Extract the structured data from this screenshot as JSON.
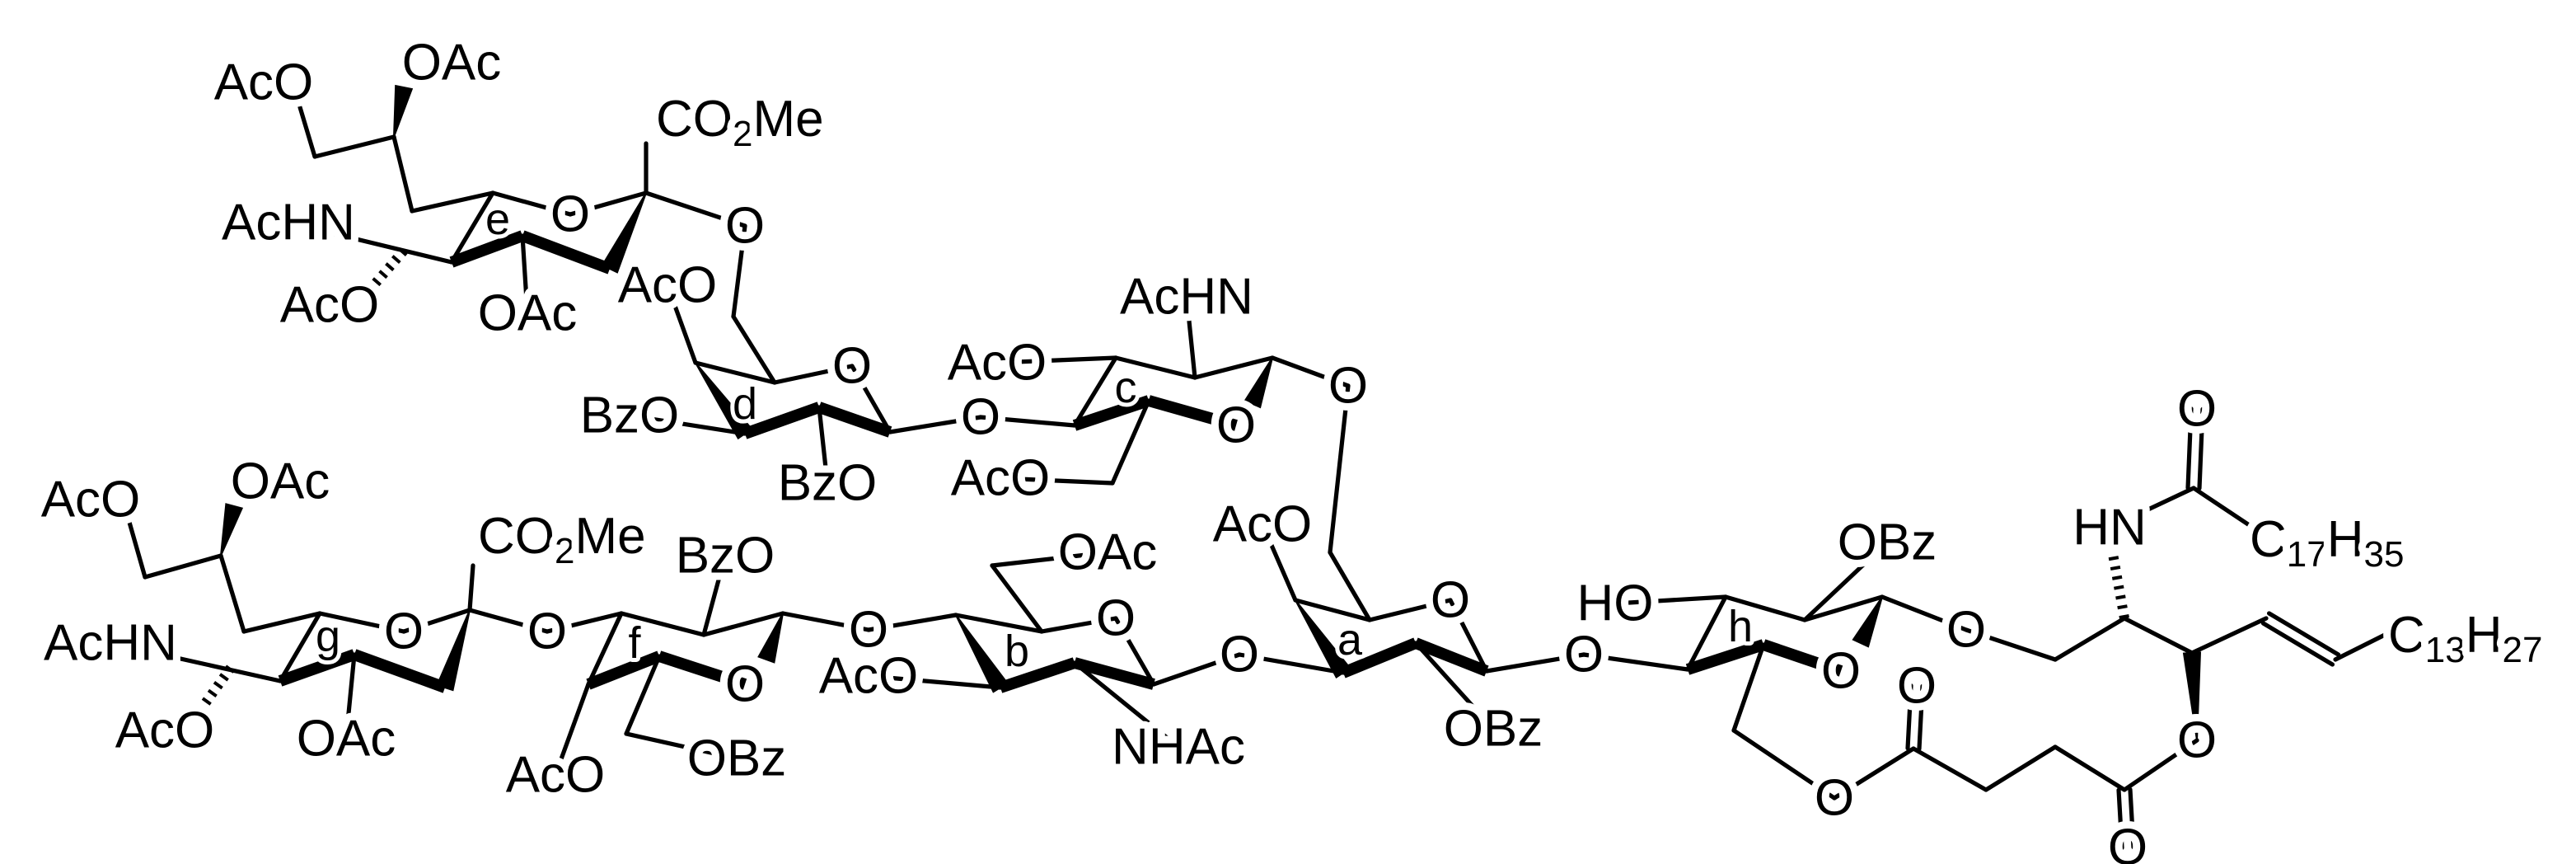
{
  "colors": {
    "ink": "#000000",
    "background": "#ffffff"
  },
  "residue_e": {
    "ring_label": "e",
    "labels": [
      "AcO",
      "OAc",
      "AcHN",
      "O",
      "O",
      "AcO",
      "OAc"
    ],
    "ester": [
      {
        "t": "CO"
      },
      {
        "t": "2",
        "sub": true
      },
      {
        "t": "Me"
      }
    ]
  },
  "residue_d": {
    "ring_label": "d",
    "labels": [
      "AcO",
      "O",
      "BzO",
      "BzO",
      "O"
    ]
  },
  "residue_c": {
    "ring_label": "c",
    "labels": [
      "AcO",
      "AcHN",
      "O",
      "AcO",
      "O"
    ]
  },
  "residue_a": {
    "ring_label": "a",
    "labels": [
      "AcO",
      "O",
      "OBz",
      "O"
    ]
  },
  "residue_h": {
    "ring_label": "h",
    "labels": [
      "HO",
      "OBz",
      "O",
      "O",
      "O",
      "O",
      "O",
      "O"
    ]
  },
  "ceramide": {
    "labels": [
      "HN",
      "O"
    ],
    "acyl_chain": [
      {
        "t": "C"
      },
      {
        "t": "17",
        "sub": true
      },
      {
        "t": "H"
      },
      {
        "t": "35",
        "sub": true
      }
    ],
    "alkenyl_chain": [
      {
        "t": "C"
      },
      {
        "t": "13",
        "sub": true
      },
      {
        "t": "H"
      },
      {
        "t": "27",
        "sub": true
      }
    ]
  },
  "residue_g": {
    "ring_label": "g",
    "labels": [
      "AcO",
      "OAc",
      "AcHN",
      "O",
      "O",
      "AcO",
      "OAc"
    ],
    "ester": [
      {
        "t": "CO"
      },
      {
        "t": "2",
        "sub": true
      },
      {
        "t": "Me"
      }
    ]
  },
  "residue_f": {
    "ring_label": "f",
    "labels": [
      "BzO",
      "O",
      "O",
      "AcO",
      "OBz"
    ]
  },
  "residue_b": {
    "ring_label": "b",
    "labels": [
      "OAc",
      "O",
      "AcO",
      "NHAc",
      "O"
    ]
  }
}
